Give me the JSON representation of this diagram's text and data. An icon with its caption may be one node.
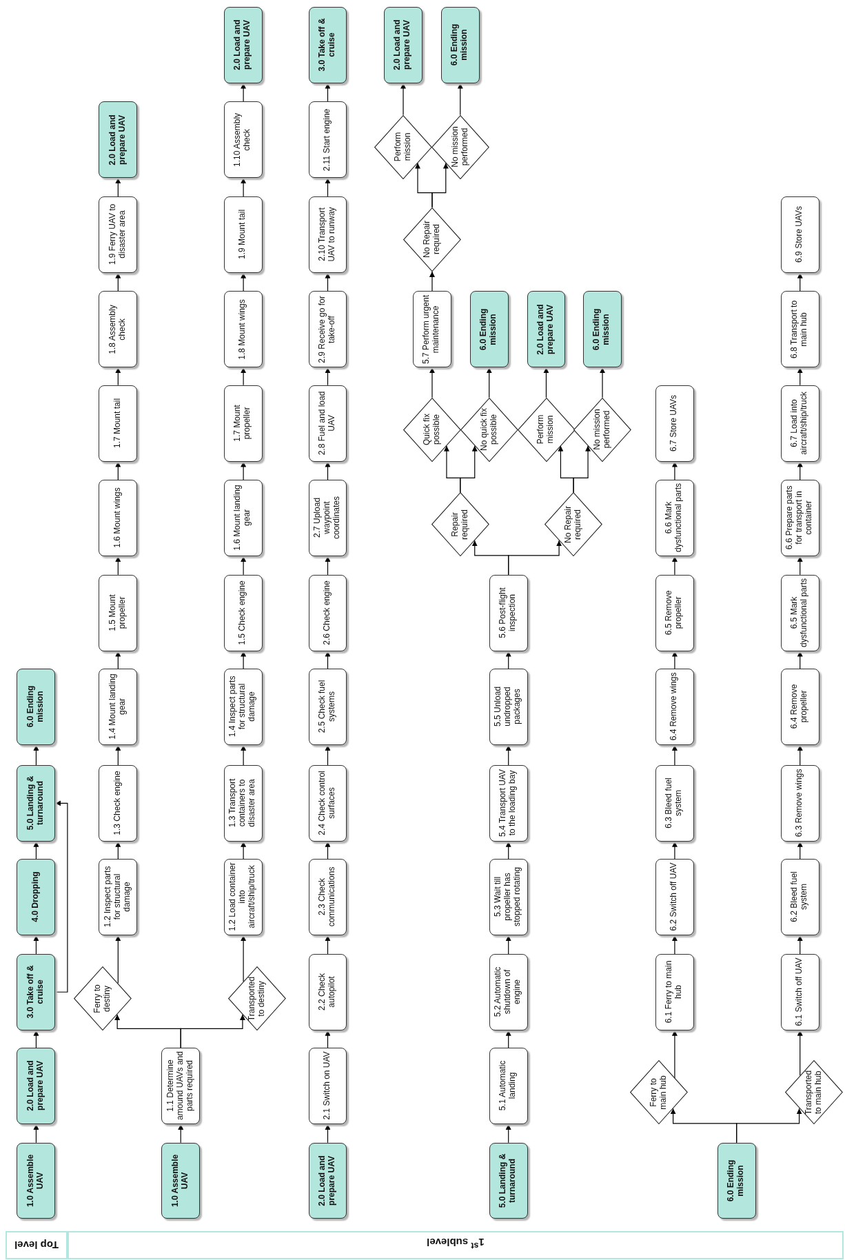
{
  "diagram": {
    "nodes": [
      {
        "text": [
          "1.0 Assemble UAV"
        ]
      },
      {
        "text": [
          "2.0 Load and prepare UAV"
        ]
      },
      {
        "text": [
          "3.0 Take off & cruise"
        ]
      },
      {
        "text": [
          "4.0 Dropping"
        ]
      },
      {
        "text": [
          "5.0 Landing & turnaround"
        ]
      },
      {
        "text": [
          "6.0 Ending mission"
        ]
      },
      {
        "text": [
          "1.0 Assemble UAV"
        ]
      },
      {
        "text": [
          "1.1 Determine amound UAVs and parts required"
        ]
      },
      {
        "text": [
          "Ferry to destiny"
        ]
      },
      {
        "text": [
          "Transported to destiny"
        ]
      },
      {
        "text": [
          "1.2 Inspect parts for structural damage"
        ]
      },
      {
        "text": [
          "1.3 Check engine"
        ]
      },
      {
        "text": [
          "1.4 Mount landing gear"
        ]
      },
      {
        "text": [
          "1.5 Mount propeller"
        ]
      },
      {
        "text": [
          "1.6 Mount wings"
        ]
      },
      {
        "text": [
          "1.7 Mount tail"
        ]
      },
      {
        "text": [
          "1.8 Assembly check"
        ]
      },
      {
        "text": [
          "1.9 Ferry UAV to disaster area"
        ]
      },
      {
        "text": [
          "2.0 Load and prepare UAV"
        ]
      },
      {
        "text": [
          "1.2 Load container into aircraft/ship/truck"
        ]
      },
      {
        "text": [
          "1.3 Transport containers to disaster area"
        ]
      },
      {
        "text": [
          "1.4 Inspect parts for structural damage"
        ]
      },
      {
        "text": [
          "1.5 Check engine"
        ]
      },
      {
        "text": [
          "1.6 Mount landing gear"
        ]
      },
      {
        "text": [
          "1.7 Mount propeller"
        ]
      },
      {
        "text": [
          "1.8 Mount wings"
        ]
      },
      {
        "text": [
          "1.9 Mount tail"
        ]
      },
      {
        "text": [
          "1.10 Assembly check"
        ]
      },
      {
        "text": [
          "2.0 Load and prepare UAV"
        ]
      },
      {
        "text": [
          "2.0 Load and prepare UAV"
        ]
      },
      {
        "text": [
          "2.1 Switch on UAV"
        ]
      },
      {
        "text": [
          "2.2 Check autopilot"
        ]
      },
      {
        "text": [
          "2.3 Check communications"
        ]
      },
      {
        "text": [
          "2.4 Check control surfaces"
        ]
      },
      {
        "text": [
          "2.5 Check fuel systems"
        ]
      },
      {
        "text": [
          "2.6 Check engine"
        ]
      },
      {
        "text": [
          "2.7 Upload waypoint coordinates"
        ]
      },
      {
        "text": [
          "2.8 Fuel and load UAV"
        ]
      },
      {
        "text": [
          "2.9 Receive go for take-off"
        ]
      },
      {
        "text": [
          "2.10 Transport UAV to runway"
        ]
      },
      {
        "text": [
          "2.11 Start engine"
        ]
      },
      {
        "text": [
          "3.0 Take off & cruise"
        ]
      },
      {
        "text": [
          "5.0 Landing & turnaround"
        ]
      },
      {
        "text": [
          "5.1 Automatic landing"
        ]
      },
      {
        "text": [
          "5.2 Automatic shutdown of engine"
        ]
      },
      {
        "text": [
          "5.3 Wait till propeller has stopped rotating"
        ]
      },
      {
        "text": [
          "5.4 Transport UAV to the loading bay"
        ]
      },
      {
        "text": [
          "5.5 Unload undropped packages"
        ]
      },
      {
        "text": [
          "5.6 Post-flight inspection"
        ]
      },
      {
        "text": [
          "Repair required"
        ]
      },
      {
        "text": [
          "No Repair required"
        ]
      },
      {
        "text": [
          "Quick fix possible"
        ]
      },
      {
        "text": [
          "No quick fix possible"
        ]
      },
      {
        "text": [
          "Perform mission"
        ]
      },
      {
        "text": [
          "No mission performed"
        ]
      },
      {
        "text": [
          "5.7 Perform urgent maintenance"
        ]
      },
      {
        "text": [
          "6.0 Ending mission"
        ]
      },
      {
        "text": [
          "2.0 Load and prepare UAV"
        ]
      },
      {
        "text": [
          "6.0 Ending mission"
        ]
      },
      {
        "text": [
          "No Repair required"
        ]
      },
      {
        "text": [
          "Perform mission"
        ]
      },
      {
        "text": [
          "No mission performed"
        ]
      },
      {
        "text": [
          "2.0 Load and prepare UAV"
        ]
      },
      {
        "text": [
          "6.0 Ending mission"
        ]
      },
      {
        "text": [
          "6.0 Ending mission"
        ]
      },
      {
        "text": [
          "Ferry to main hub"
        ]
      },
      {
        "text": [
          "Transported to main hub"
        ]
      },
      {
        "text": [
          "6.1 Ferry to main hub"
        ]
      },
      {
        "text": [
          "6.2 Switch off UAV"
        ]
      },
      {
        "text": [
          "6.3 Bleed fuel system"
        ]
      },
      {
        "text": [
          "6.4 Remove wings"
        ]
      },
      {
        "text": [
          "6.5 Remove propeller"
        ]
      },
      {
        "text": [
          "6.6 Mark dysfunctional parts"
        ]
      },
      {
        "text": [
          "6.7 Store UAVs"
        ]
      },
      {
        "text": [
          "6.1 Switch off UAV"
        ]
      },
      {
        "text": [
          "6.2 Bleed fuel system"
        ]
      },
      {
        "text": [
          "6.3 Remove wings"
        ]
      },
      {
        "text": [
          "6.4 Remove propeller"
        ]
      },
      {
        "text": [
          "6.5 Mark dysfunctional parts"
        ]
      },
      {
        "text": [
          "6.6 Prepare parts for transport in container"
        ]
      },
      {
        "text": [
          "6.7 Load into aircraft/ship/truck"
        ]
      },
      {
        "text": [
          "6.8 Transport to main hub"
        ]
      },
      {
        "text": [
          "6.9 Store UAVs"
        ]
      }
    ],
    "edges": [
      {
        "from": 0,
        "to": 1,
        "arrow": "to"
      },
      {
        "from": 1,
        "to": 2,
        "arrow": "to"
      },
      {
        "from": 2,
        "to": 3,
        "arrow": "to"
      },
      {
        "from": 3,
        "to": 4,
        "arrow": "to"
      },
      {
        "from": 4,
        "to": 5,
        "arrow": "to"
      },
      {
        "from": 2,
        "to": 4,
        "arrow": "to"
      },
      {
        "from": 6,
        "to": 7,
        "arrow": "to"
      },
      {
        "from": 7,
        "to": 8,
        "arrow": "to"
      },
      {
        "from": 7,
        "to": 9,
        "arrow": "to"
      },
      {
        "from": 8,
        "to": 10,
        "arrow": "to"
      },
      {
        "from": 10,
        "to": 11,
        "arrow": "to"
      },
      {
        "from": 11,
        "to": 12,
        "arrow": "to"
      },
      {
        "from": 12,
        "to": 13,
        "arrow": "to"
      },
      {
        "from": 13,
        "to": 14,
        "arrow": "to"
      },
      {
        "from": 14,
        "to": 15,
        "arrow": "to"
      },
      {
        "from": 15,
        "to": 16,
        "arrow": "to"
      },
      {
        "from": 16,
        "to": 17,
        "arrow": "to"
      },
      {
        "from": 17,
        "to": 18,
        "arrow": "to"
      },
      {
        "from": 9,
        "to": 19,
        "arrow": "to"
      },
      {
        "from": 19,
        "to": 20,
        "arrow": "to"
      },
      {
        "from": 20,
        "to": 21,
        "arrow": "to"
      },
      {
        "from": 21,
        "to": 22,
        "arrow": "to"
      },
      {
        "from": 22,
        "to": 23,
        "arrow": "to"
      },
      {
        "from": 23,
        "to": 24,
        "arrow": "to"
      },
      {
        "from": 24,
        "to": 25,
        "arrow": "to"
      },
      {
        "from": 25,
        "to": 26,
        "arrow": "to"
      },
      {
        "from": 26,
        "to": 27,
        "arrow": "to"
      },
      {
        "from": 27,
        "to": 28,
        "arrow": "to"
      },
      {
        "from": 29,
        "to": 30,
        "arrow": "to"
      },
      {
        "from": 30,
        "to": 31,
        "arrow": "to"
      },
      {
        "from": 31,
        "to": 32,
        "arrow": "to"
      },
      {
        "from": 32,
        "to": 33,
        "arrow": "to"
      },
      {
        "from": 33,
        "to": 34,
        "arrow": "to"
      },
      {
        "from": 34,
        "to": 35,
        "arrow": "to"
      },
      {
        "from": 35,
        "to": 36,
        "arrow": "to"
      },
      {
        "from": 36,
        "to": 37,
        "arrow": "to"
      },
      {
        "from": 37,
        "to": 38,
        "arrow": "to"
      },
      {
        "from": 38,
        "to": 39,
        "arrow": "to"
      },
      {
        "from": 39,
        "to": 40,
        "arrow": "to"
      },
      {
        "from": 40,
        "to": 41,
        "arrow": "to"
      },
      {
        "from": 42,
        "to": 43,
        "arrow": "to"
      },
      {
        "from": 43,
        "to": 44,
        "arrow": "to"
      },
      {
        "from": 44,
        "to": 45,
        "arrow": "to"
      },
      {
        "from": 45,
        "to": 46,
        "arrow": "to"
      },
      {
        "from": 46,
        "to": 47,
        "arrow": "to"
      },
      {
        "from": 47,
        "to": 48,
        "arrow": "to"
      },
      {
        "from": 48,
        "to": 49,
        "arrow": "to"
      },
      {
        "from": 48,
        "to": 50,
        "arrow": "to"
      },
      {
        "from": 49,
        "to": 51,
        "arrow": "to"
      },
      {
        "from": 49,
        "to": 52,
        "arrow": "to"
      },
      {
        "from": 50,
        "to": 53,
        "arrow": "to"
      },
      {
        "from": 50,
        "to": 54,
        "arrow": "to"
      },
      {
        "from": 51,
        "to": 55,
        "arrow": "to"
      },
      {
        "from": 52,
        "to": 56,
        "arrow": "to"
      },
      {
        "from": 53,
        "to": 57,
        "arrow": "to"
      },
      {
        "from": 54,
        "to": 58,
        "arrow": "to"
      },
      {
        "from": 55,
        "to": 59,
        "arrow": "to"
      },
      {
        "from": 59,
        "to": 60,
        "arrow": "to"
      },
      {
        "from": 59,
        "to": 61,
        "arrow": "to"
      },
      {
        "from": 60,
        "to": 62,
        "arrow": "to"
      },
      {
        "from": 61,
        "to": 63,
        "arrow": "to"
      },
      {
        "from": 64,
        "to": 65,
        "arrow": "to"
      },
      {
        "from": 64,
        "to": 66,
        "arrow": "to"
      },
      {
        "from": 65,
        "to": 67,
        "arrow": "to"
      },
      {
        "from": 67,
        "to": 68,
        "arrow": "to"
      },
      {
        "from": 68,
        "to": 69,
        "arrow": "to"
      },
      {
        "from": 69,
        "to": 70,
        "arrow": "to"
      },
      {
        "from": 70,
        "to": 71,
        "arrow": "to"
      },
      {
        "from": 71,
        "to": 72,
        "arrow": "to"
      },
      {
        "from": 72,
        "to": 73,
        "arrow": "to"
      },
      {
        "from": 66,
        "to": 74,
        "arrow": "to"
      },
      {
        "from": 74,
        "to": 75,
        "arrow": "to"
      },
      {
        "from": 75,
        "to": 76,
        "arrow": "to"
      },
      {
        "from": 76,
        "to": 77,
        "arrow": "to"
      },
      {
        "from": 77,
        "to": 78,
        "arrow": "to"
      },
      {
        "from": 78,
        "to": 79,
        "arrow": "to"
      },
      {
        "from": 79,
        "to": 80,
        "arrow": "to"
      },
      {
        "from": 80,
        "to": 81,
        "arrow": "to"
      },
      {
        "from": 81,
        "to": 82,
        "arrow": "to"
      }
    ],
    "labels": [
      "Top level",
      "1$^{st}$ sublevel"
    ]
  }
}
